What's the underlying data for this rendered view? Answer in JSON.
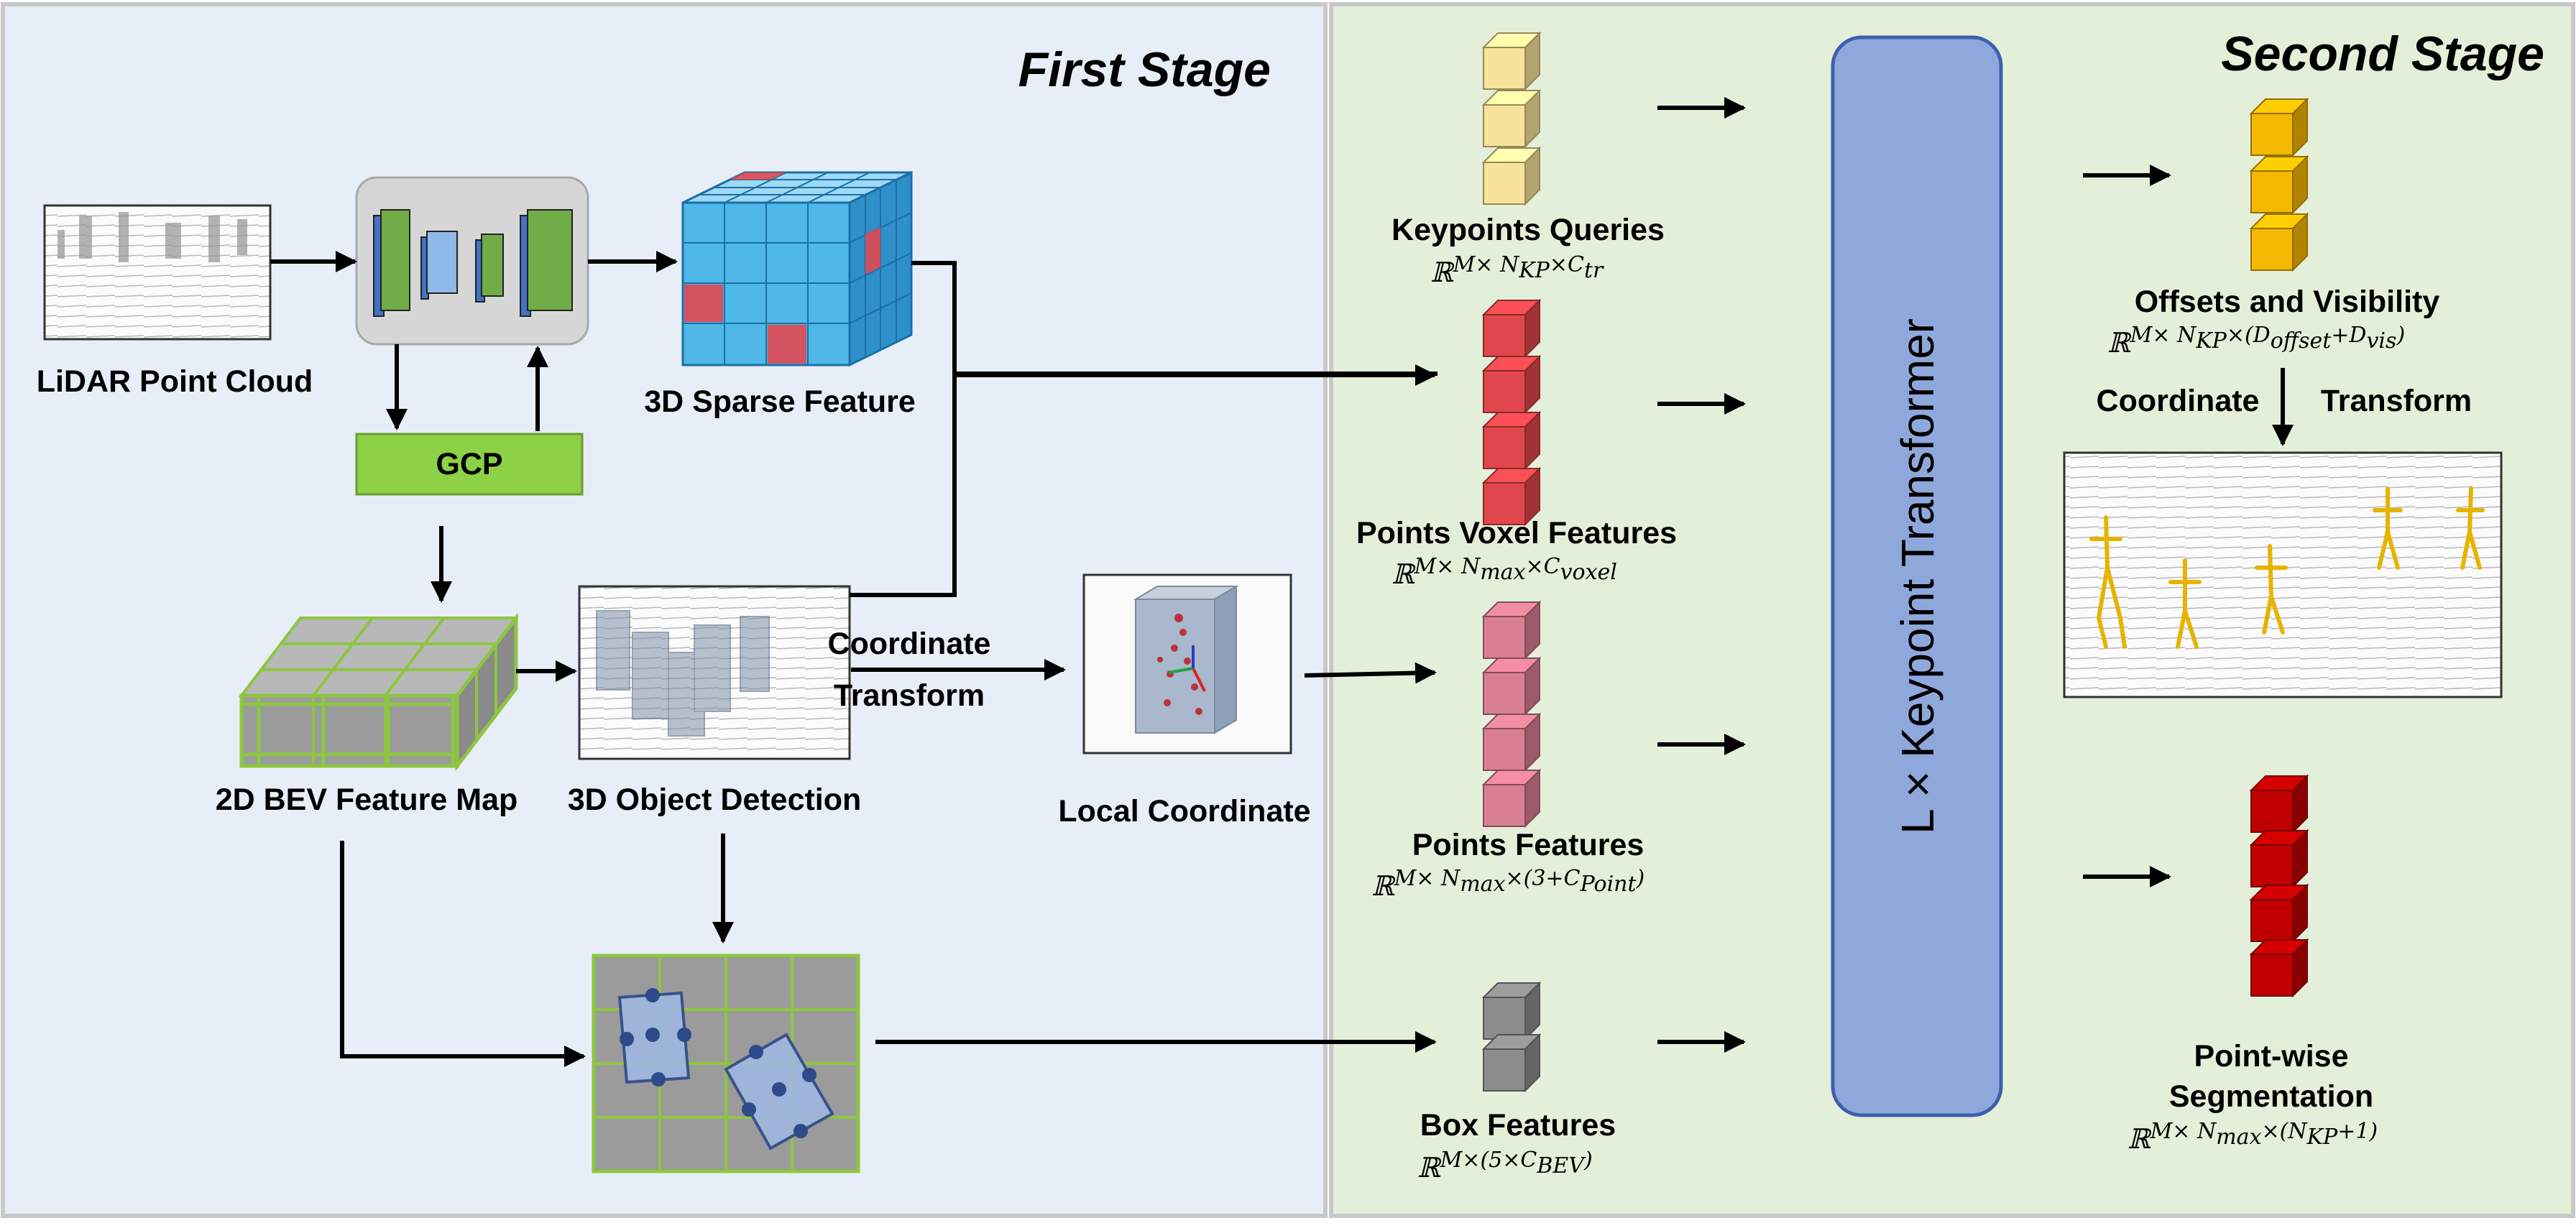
{
  "stages": {
    "first": "First Stage",
    "second": "Second Stage"
  },
  "labels": {
    "lidar": "LiDAR Point Cloud",
    "gcp": "GCP",
    "sparse": "3D Sparse Feature",
    "bev": "2D BEV Feature Map",
    "detection": "3D Object Detection",
    "coord_transform_line1": "Coordinate",
    "coord_transform_line2": "Transform",
    "local_coord": "Local Coordinate",
    "keypoint_queries": "Keypoints Queries",
    "voxel_features": "Points Voxel Features",
    "points_features": "Points Features",
    "box_features": "Box Features",
    "transformer": "L × Keypoint Transformer",
    "offsets": "Offsets and Visibility",
    "coord_transform_2a": "Coordinate",
    "coord_transform_2b": "Transform",
    "segmentation_line1": "Point-wise",
    "segmentation_line2": "Segmentation"
  },
  "math": {
    "kq": "ℝ^{M× N_KP×C_tr}",
    "kq_main": "ℝ",
    "kq_sup": "M× N",
    "kq_sub": "KP",
    "kq_tail": "×C",
    "kq_tail_sub": "tr",
    "vf_main": "ℝ",
    "vf_sup": "M× N",
    "vf_sub": "max",
    "vf_tail": "×C",
    "vf_tail_sub": "voxel",
    "pf_main": "ℝ",
    "pf_sup": "M× N",
    "pf_sub": "max",
    "pf_tail": "×(3+C",
    "pf_tail_sub": "Point",
    "pf_close": ")",
    "bf_main": "ℝ",
    "bf_sup": "M×(5×C",
    "bf_sub": "BEV",
    "bf_close": ")",
    "ov_main": "ℝ",
    "ov_sup": "M× N",
    "ov_sub": "KP",
    "ov_tail": "×(D",
    "ov_tail_sub": "offset",
    "ov_plus": "+D",
    "ov_plus_sub": "vis",
    "ov_close": ")",
    "seg_main": "ℝ",
    "seg_sup": "M× N",
    "seg_sub": "max",
    "seg_tail": "×(N",
    "seg_tail_sub": "KP",
    "seg_close": "+1)"
  },
  "colors": {
    "first_bg": "#e8eef8",
    "second_bg": "#e4efd9",
    "border": "#c8c8c8",
    "gcp": "#8dd146",
    "transformer": "#8fa8dc",
    "query_cube": "#f7e39a",
    "voxel_cube": "#e0474c",
    "points_cube": "#d97f93",
    "box_cube": "#8c8c8c",
    "offset_cube": "#f5b800",
    "seg_cube": "#c00000",
    "sparse_blue": "#4fb8e8",
    "sparse_red": "#e04850",
    "bev_green": "#8dc63f"
  }
}
